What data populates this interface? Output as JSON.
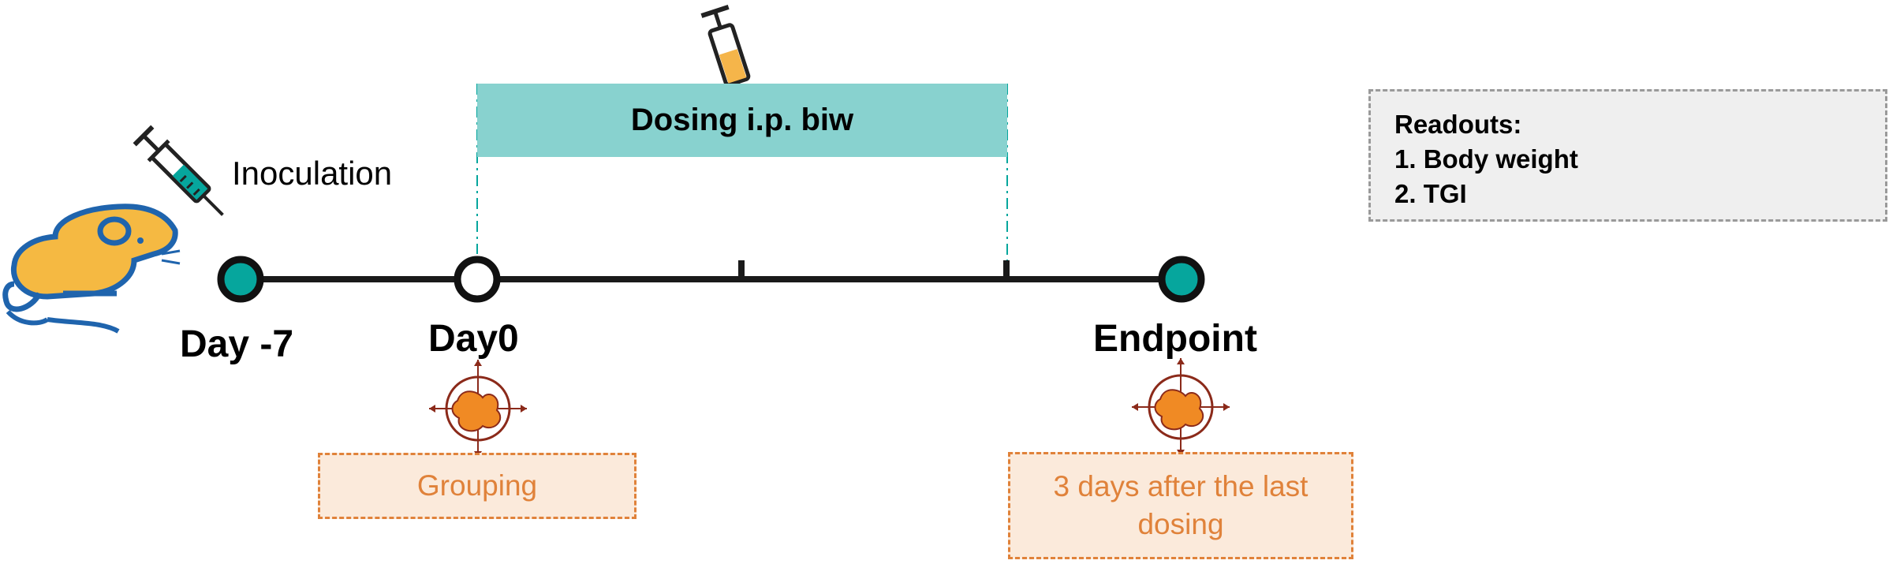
{
  "timeline": {
    "milestones": [
      {
        "key": "day_minus7",
        "label": "Day -7",
        "marker": "filled-teal"
      },
      {
        "key": "day0",
        "label": "Day0",
        "marker": "hollow"
      },
      {
        "key": "endpoint",
        "label": "Endpoint",
        "marker": "filled-teal"
      }
    ],
    "ticks": 2
  },
  "inoculation": {
    "label": "Inoculation",
    "icon": "syringe-teal-icon"
  },
  "dosing": {
    "label": "Dosing i.p. biw",
    "icon": "syringe-orange-icon"
  },
  "readouts": {
    "title": "Readouts:",
    "items": [
      "1. Body weight",
      "2. TGI"
    ]
  },
  "grouping_note": {
    "label": "Grouping",
    "icon": "tumor-measure-icon"
  },
  "endpoint_note": {
    "label": "3 days after the last dosing",
    "icon": "tumor-measure-icon"
  },
  "subject": {
    "icon": "mouse-icon"
  },
  "colors": {
    "teal": "#06a69d",
    "teal_bar": "#88d2cf",
    "line": "#1a1a1a",
    "mouse_body": "#f5b942",
    "mouse_outline": "#1f64ad",
    "orange": "#e0823a",
    "tumor": "#f08a24",
    "note_fill": "#fbeadb",
    "readout_fill": "#efefef"
  }
}
